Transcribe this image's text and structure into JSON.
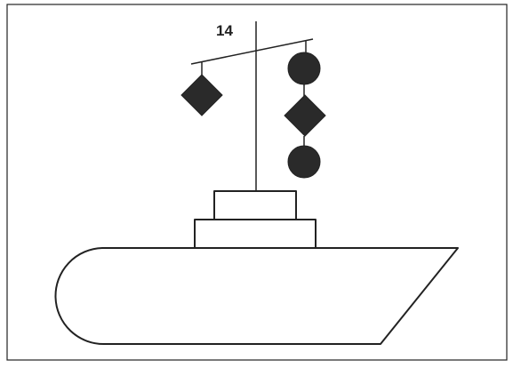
{
  "figure": {
    "label": "14"
  },
  "signals": {
    "left_hoist": [
      "diamond"
    ],
    "right_hoist": [
      "ball",
      "diamond",
      "ball"
    ]
  }
}
